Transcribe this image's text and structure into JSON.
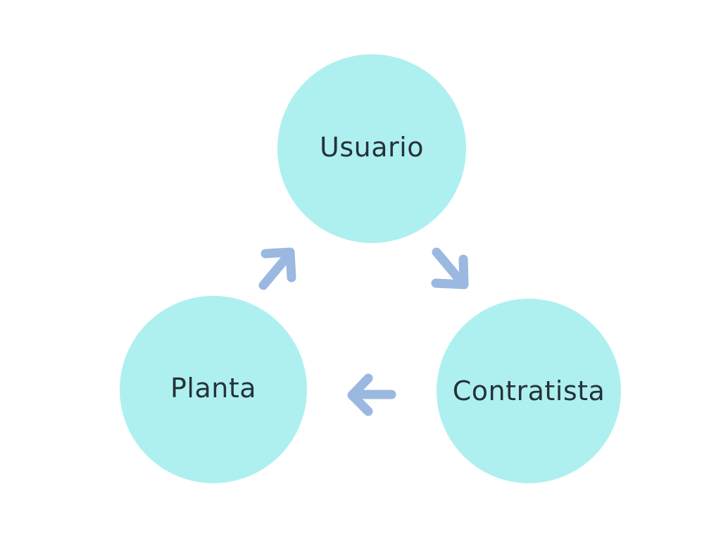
{
  "colors": {
    "node_fill": "#aef0f0",
    "arrow": "#9bb8e0",
    "label_text": "#263238",
    "background": "#ffffff"
  },
  "diagram": {
    "type": "cycle",
    "nodes": [
      {
        "id": "usuario",
        "label": "Usuario"
      },
      {
        "id": "contratista",
        "label": "Contratista"
      },
      {
        "id": "planta",
        "label": "Planta"
      }
    ],
    "edges": [
      {
        "from": "usuario",
        "to": "contratista",
        "icon": "arrow-down-right-icon"
      },
      {
        "from": "contratista",
        "to": "planta",
        "icon": "arrow-left-icon"
      },
      {
        "from": "planta",
        "to": "usuario",
        "icon": "arrow-up-right-icon"
      }
    ]
  }
}
